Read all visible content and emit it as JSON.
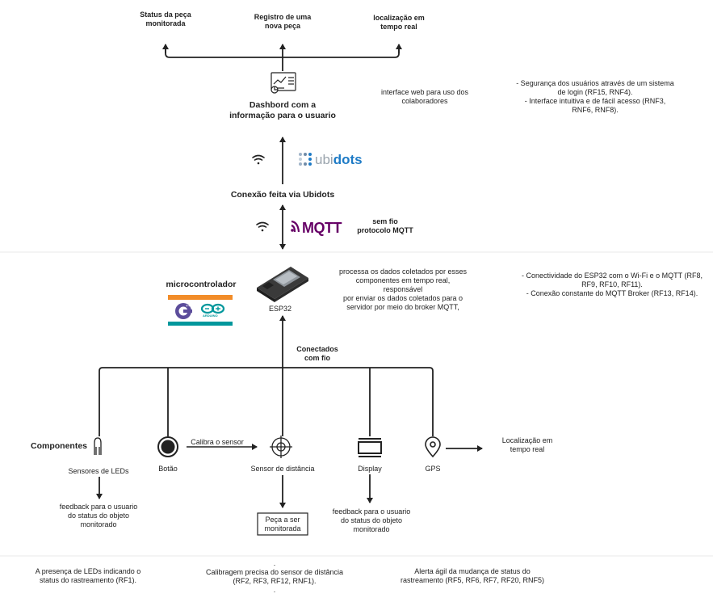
{
  "top_outputs": {
    "monitored_status": "Status da peça\nmonitorada",
    "new_part_registry": "Registro de uma\nnova peça",
    "realtime_location": "localização em\ntempo real"
  },
  "dashboard": {
    "label": "Dashbord com a\ninformação para o usuario",
    "web_note": "interface web para uso dos\ncolaboradores",
    "requirements": "- Segurança dos usuários através de um sistema\nde login (RF15, RNF4).\n- Interface intuitiva e de fácil acesso (RNF3,\nRNF6, RNF8)."
  },
  "ubidots": {
    "logo_text_light": "ubi",
    "logo_text_bold": "dots",
    "connection_label": "Conexão feita via Ubidots"
  },
  "mqtt": {
    "logo_text": "MQTT",
    "label": "sem  fio\nprotocolo MQTT"
  },
  "microcontroller": {
    "label": "microcontrolador",
    "board_label": "ESP32",
    "processing_note": "processa os dados coletados por esses\ncomponentes em tempo real, responsável\npor enviar os dados coletados para o\nservidor por meio do broker MQTT,",
    "requirements": "- Conectividade do ESP32 com o Wi-Fi e o MQTT (RF8,\nRF9, RF10, RF11).\n- Conexão constante do MQTT Broker (RF13, RF14).",
    "arduino_text": "ARDUINO"
  },
  "wiring": {
    "label": "Conectados\ncom fio"
  },
  "components": {
    "title": "Componentes",
    "leds": "Sensores de LEDs",
    "button": "Botão",
    "calibrate": "Calibra o sensor",
    "distance_sensor": "Sensor de distância",
    "display": "Display",
    "gps": "GPS",
    "gps_output": "Localização em\ntempo real",
    "led_feedback": "feedback para o usuario\ndo status do objeto\nmonitorado",
    "part": "Peça a ser\nmonitorada",
    "display_feedback": "feedback para o usuario\ndo status do objeto\nmonitorado"
  },
  "bottom_notes": {
    "leds": "A presença de LEDs indicando o\nstatus do rastreamento (RF1).",
    "calibration": ".\nCalibragem precisa do sensor de distância\n(RF2, RF3, RF12, RNF1).\n.",
    "alert": "Alerta ágil da mudança de status do\nrastreamento (RF5, RF6, RF7, RF20, RNF5)"
  },
  "colors": {
    "line": "#222222",
    "ubidots_blue": "#1e7bc6",
    "mqtt_purple": "#660066",
    "arduino_teal": "#00979c",
    "arduino_orange": "#f28c28",
    "cpp_purple": "#5c4d9b"
  }
}
